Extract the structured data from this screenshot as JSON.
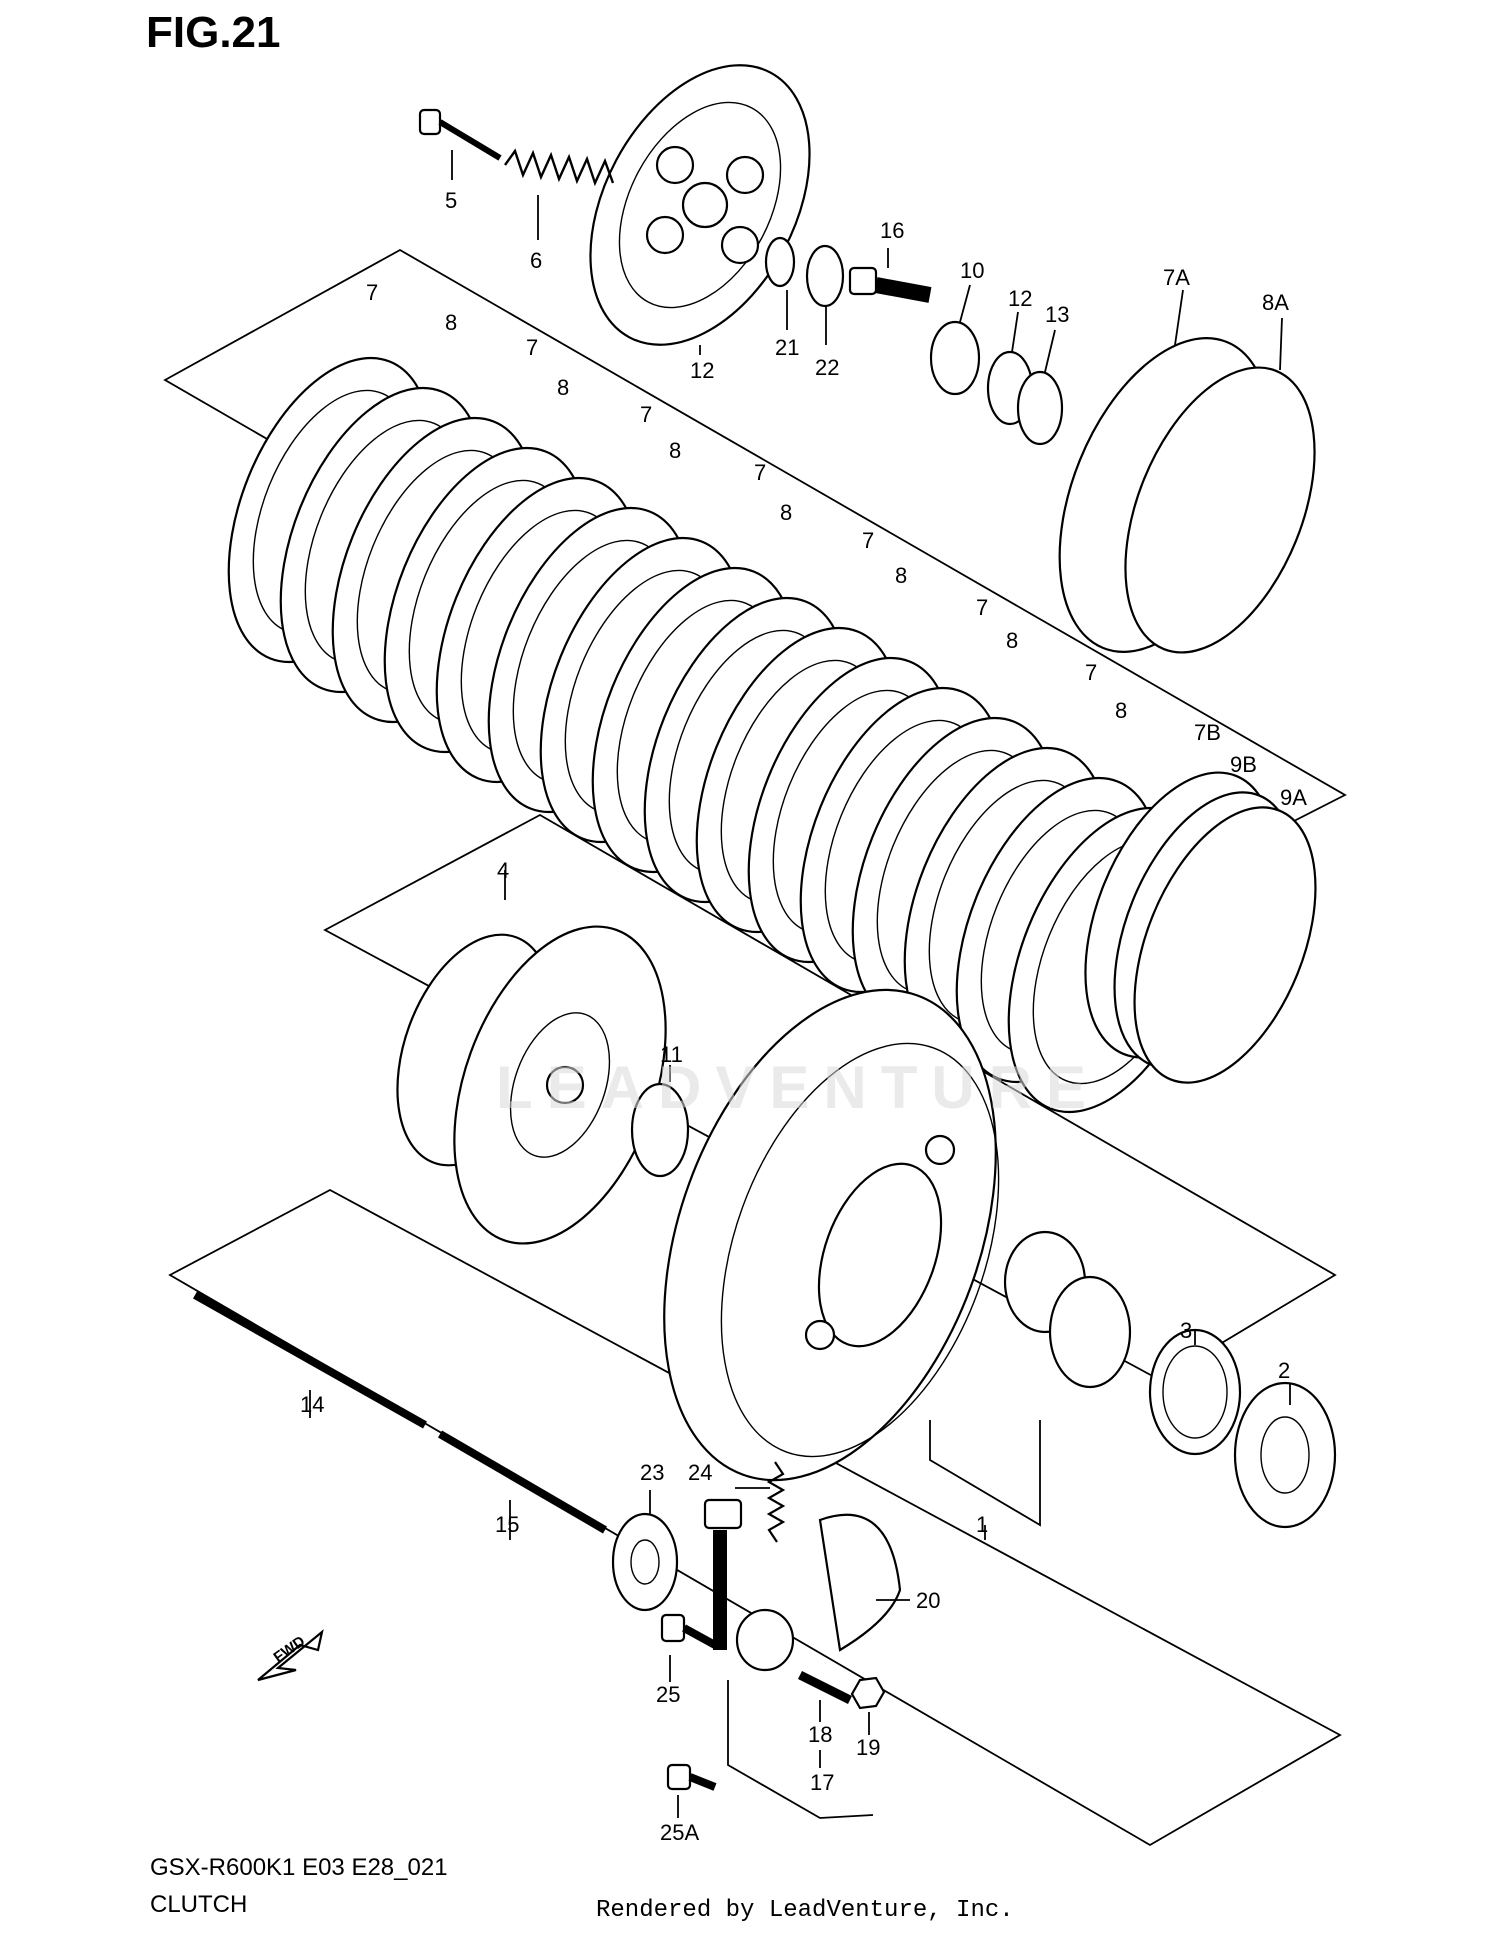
{
  "figure": {
    "title": "FIG.21",
    "model_code": "GSX-R600K1 E03 E28_021",
    "section_name": "CLUTCH",
    "credit": "Rendered by LeadVenture, Inc.",
    "watermark": "LEADVENTURE"
  },
  "callouts": [
    {
      "id": "c5",
      "label": "5"
    },
    {
      "id": "c6",
      "label": "6"
    },
    {
      "id": "c12top",
      "label": "12"
    },
    {
      "id": "c16",
      "label": "16"
    },
    {
      "id": "c21",
      "label": "21"
    },
    {
      "id": "c22",
      "label": "22"
    },
    {
      "id": "c10",
      "label": "10"
    },
    {
      "id": "c12b",
      "label": "12"
    },
    {
      "id": "c13",
      "label": "13"
    },
    {
      "id": "c7A",
      "label": "7A"
    },
    {
      "id": "c8A",
      "label": "8A"
    },
    {
      "id": "c7a",
      "label": "7"
    },
    {
      "id": "c8a",
      "label": "8"
    },
    {
      "id": "c7b",
      "label": "7"
    },
    {
      "id": "c8b",
      "label": "8"
    },
    {
      "id": "c7c",
      "label": "7"
    },
    {
      "id": "c8c",
      "label": "8"
    },
    {
      "id": "c7d",
      "label": "7"
    },
    {
      "id": "c8d",
      "label": "8"
    },
    {
      "id": "c7e",
      "label": "7"
    },
    {
      "id": "c8e",
      "label": "8"
    },
    {
      "id": "c7f",
      "label": "7"
    },
    {
      "id": "c8f",
      "label": "8"
    },
    {
      "id": "c7g",
      "label": "7"
    },
    {
      "id": "c8g",
      "label": "8"
    },
    {
      "id": "c7B",
      "label": "7B"
    },
    {
      "id": "c9B",
      "label": "9B"
    },
    {
      "id": "c9A",
      "label": "9A"
    },
    {
      "id": "c4",
      "label": "4"
    },
    {
      "id": "c11",
      "label": "11"
    },
    {
      "id": "c3",
      "label": "3"
    },
    {
      "id": "c2",
      "label": "2"
    },
    {
      "id": "c1",
      "label": "1"
    },
    {
      "id": "c14",
      "label": "14"
    },
    {
      "id": "c15",
      "label": "15"
    },
    {
      "id": "c23",
      "label": "23"
    },
    {
      "id": "c24",
      "label": "24"
    },
    {
      "id": "c20",
      "label": "20"
    },
    {
      "id": "c25",
      "label": "25"
    },
    {
      "id": "c18",
      "label": "18"
    },
    {
      "id": "c19",
      "label": "19"
    },
    {
      "id": "c17",
      "label": "17"
    },
    {
      "id": "c25A",
      "label": "25A"
    }
  ],
  "fwd_badge": "FWD"
}
